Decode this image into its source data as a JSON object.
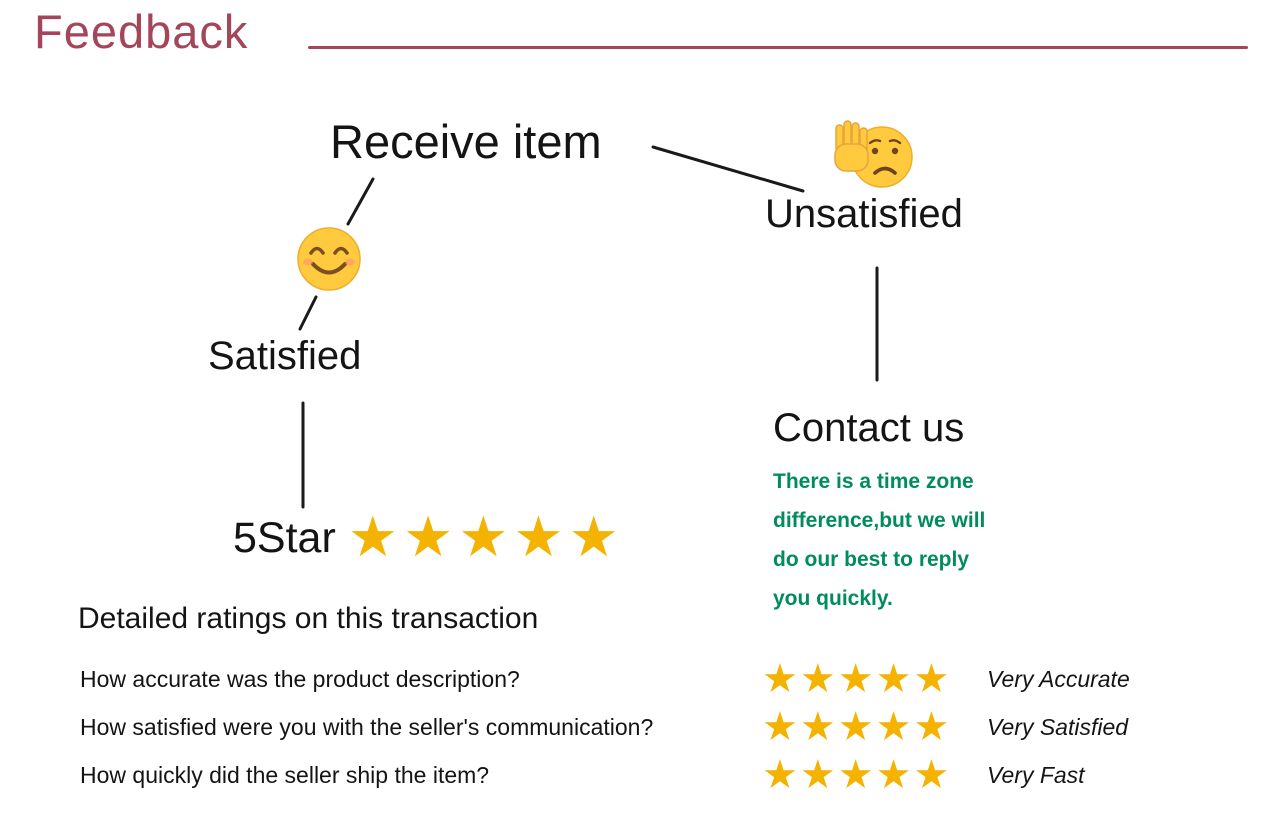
{
  "title": "Feedback",
  "flow": {
    "receive_item": "Receive item",
    "satisfied_label": "Satisfied",
    "unsatisfied_label": "Unsatisfied",
    "five_star_label": "5Star",
    "five_star_count": 5,
    "contact_title": "Contact us",
    "contact_note_lines": [
      "There is a time zone",
      "difference,but we will",
      "do our best to reply",
      "you quickly."
    ]
  },
  "ratings": {
    "heading": "Detailed ratings on this transaction",
    "rows": [
      {
        "question": "How accurate was the product description?",
        "stars": 5,
        "answer": "Very Accurate"
      },
      {
        "question": "How satisfied were you with the seller's communication?",
        "stars": 5,
        "answer": "Very Satisfied"
      },
      {
        "question": "How quickly did the seller ship the item?",
        "stars": 5,
        "answer": "Very Fast"
      }
    ]
  },
  "icons": {
    "satisfied": "smiling-face-icon",
    "unsatisfied": "sad-face-with-raised-hand-icon"
  },
  "colors": {
    "accent": "#A4455A",
    "star_gold": "#F5B301",
    "note_green": "#008C5E",
    "text": "#141414"
  }
}
